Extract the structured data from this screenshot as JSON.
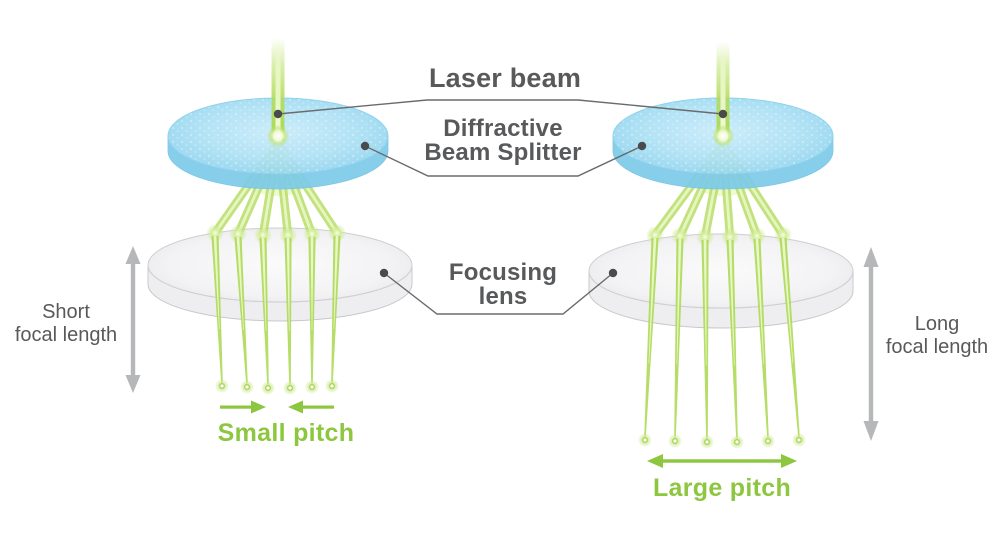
{
  "labels": {
    "laser_beam": "Laser beam",
    "diffractive_line1": "Diffractive",
    "diffractive_line2": "Beam Splitter",
    "focusing_line1": "Focusing",
    "focusing_line2": "lens"
  },
  "left_diagram": {
    "focal_line1": "Short",
    "focal_line2": "focal length",
    "pitch": "Small pitch"
  },
  "right_diagram": {
    "focal_line1": "Long",
    "focal_line2": "focal length",
    "pitch": "Large pitch"
  },
  "colors": {
    "label_gray": "#58595b",
    "accent_green": "#8dc63f",
    "beam_green": "#b2db5c",
    "splitter_blue": "#a2ddf3",
    "lens_gray": "#f0f0f2",
    "measure_arrow_gray": "#b5b7b9",
    "callout_line_gray": "#6a6b6e"
  }
}
